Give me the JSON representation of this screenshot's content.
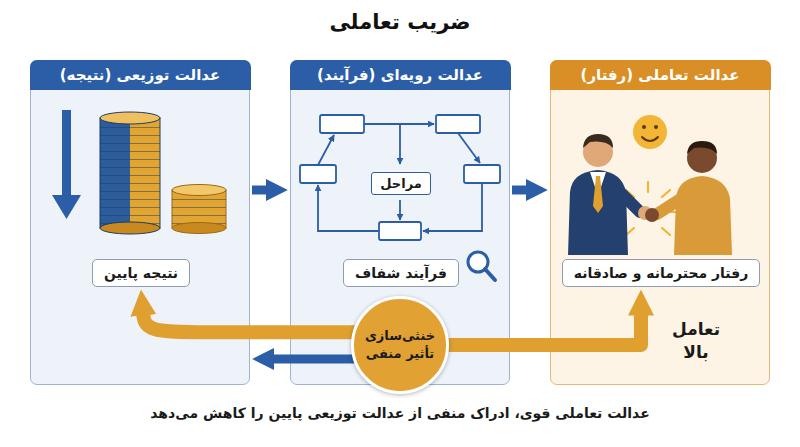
{
  "diagram": {
    "title": "ضریب تعاملی",
    "caption": "عدالت تعاملی قوی، ادراک منفی از عدالت توزیعی پایین را کاهش می‌دهد",
    "nodes": [
      {
        "text": [
          "عدالت تعاملی (رفتار)"
        ]
      },
      {
        "text": [
          "رفتار محترمانه و صادقانه"
        ],
        "in": 0
      },
      {
        "text": [
          "عدالت رویه‌ای (فرآیند)"
        ]
      },
      {
        "text": [
          "مراحل"
        ],
        "in": 2
      },
      {
        "text": [
          "فرآیند شفاف"
        ],
        "in": 2
      },
      {
        "text": [
          "عدالت توزیعی (نتیجه)"
        ]
      },
      {
        "text": [
          "نتیجه پایین"
        ],
        "in": 5
      },
      {
        "text": [
          "خنثی‌سازی تأثیر منفی"
        ]
      }
    ],
    "edges": [
      {
        "from": 5,
        "to": 2,
        "arrow": "to"
      },
      {
        "from": 2,
        "to": 0,
        "arrow": "to"
      },
      {
        "from": 7,
        "to": 6,
        "arrow": "to"
      },
      {
        "from": 7,
        "to": 1,
        "arrow": "to"
      },
      {
        "from": 7,
        "to": 5,
        "arrow": "to"
      }
    ],
    "labels": [
      "تعامل بالا"
    ]
  }
}
